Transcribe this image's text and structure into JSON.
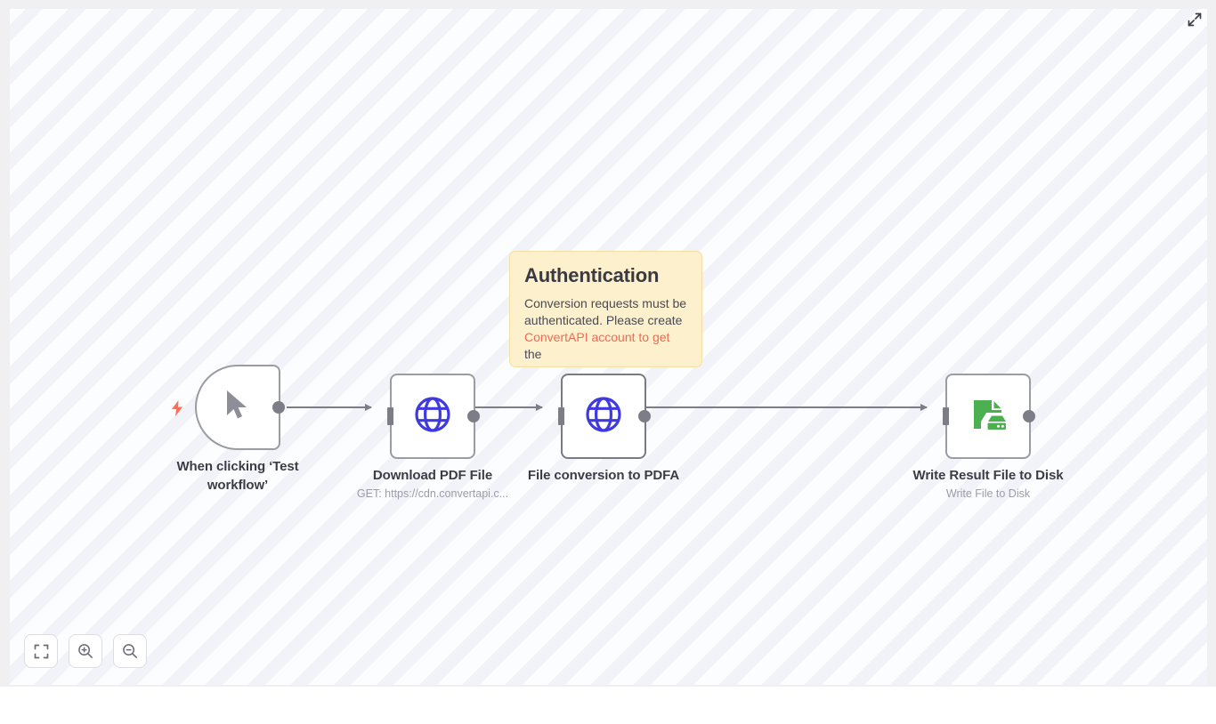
{
  "canvas": {
    "expand_icon": "expand-arrows-icon"
  },
  "sticky_note": {
    "title": "Authentication",
    "body_text": "Conversion requests must be authenticated. Please create ",
    "link_text": "ConvertAPI account to get",
    "trailing_text": " the ",
    "color": "#fdf0cd",
    "border_color": "#f4dfa2",
    "link_color": "#f06a55"
  },
  "nodes": [
    {
      "id": "trigger",
      "label": "When clicking ‘Test workflow’",
      "subtitle": "",
      "icon": "cursor-pointer-icon",
      "icon_color": "#8e8e99",
      "accent_icon": "lightning-bolt-icon",
      "accent_color": "#ff6d5a",
      "selected": false,
      "shape": "trigger"
    },
    {
      "id": "download-pdf",
      "label": "Download PDF File",
      "subtitle": "GET: https://cdn.convertapi.c...",
      "icon": "globe-icon",
      "icon_color": "#3f3ae0",
      "selected": false,
      "shape": "square"
    },
    {
      "id": "file-conversion",
      "label": "File conversion to PDFA",
      "subtitle": "",
      "icon": "globe-icon",
      "icon_color": "#3f3ae0",
      "selected": true,
      "shape": "square"
    },
    {
      "id": "write-result",
      "label": "Write Result File to Disk",
      "subtitle": "Write File to Disk",
      "icon": "file-to-disk-icon",
      "icon_color": "#47a council",
      "selected": false,
      "shape": "square"
    }
  ],
  "connections": [
    {
      "from": "trigger",
      "to": "download-pdf"
    },
    {
      "from": "download-pdf",
      "to": "file-conversion"
    },
    {
      "from": "file-conversion",
      "to": "write-result"
    }
  ],
  "toolbar": {
    "buttons": [
      {
        "name": "fit-to-view",
        "icon": "fit-screen-icon",
        "label": "Fit to view"
      },
      {
        "name": "zoom-in",
        "icon": "zoom-in-icon",
        "label": "Zoom in"
      },
      {
        "name": "zoom-out",
        "icon": "zoom-out-icon",
        "label": "Zoom out"
      }
    ]
  },
  "colors": {
    "node_border": "#9b9ba4",
    "node_border_selected": "#7a7a84",
    "port": "#7d7d88",
    "edge": "#7d7d88",
    "canvas_bg": "#fbfcfe",
    "stripe": "#f2f3f8",
    "green_icon": "#46a council"
  }
}
